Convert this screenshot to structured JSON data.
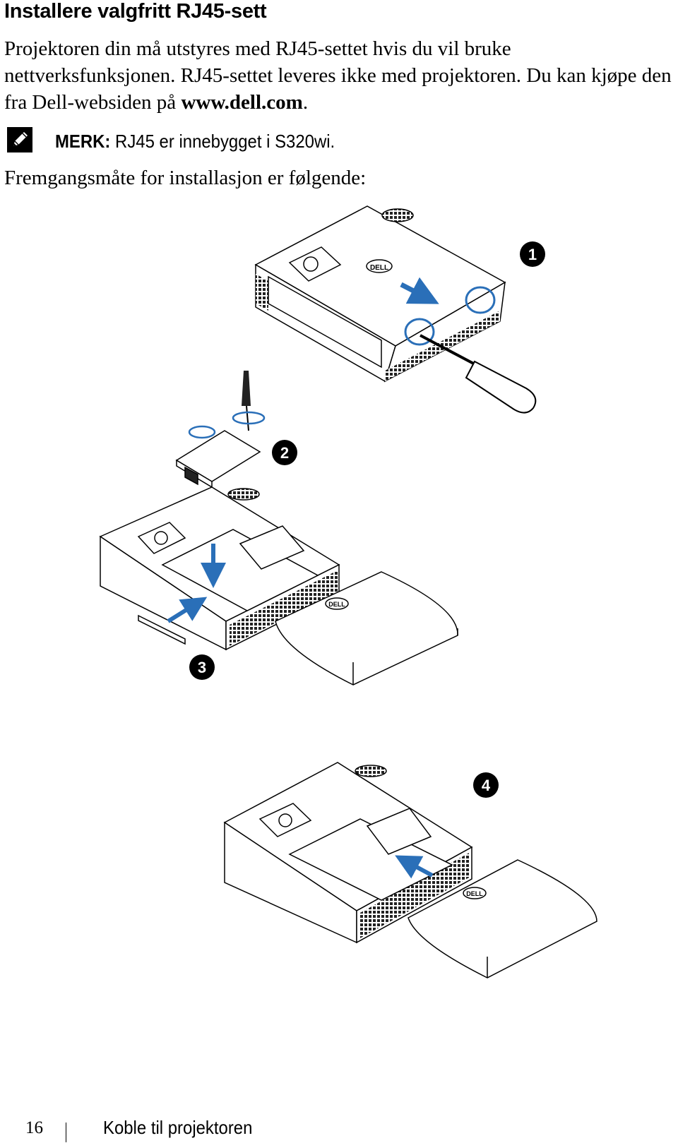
{
  "heading": "Installere valgfritt RJ45-sett",
  "intro": {
    "text": "Projektoren din må utstyres med RJ45-settet hvis du vil bruke nettverksfunksjonen. RJ45-settet leveres ikke med projektoren. Du kan kjøpe den fra Dell-websiden på ",
    "link": "www.dell.com",
    "end": "."
  },
  "note": {
    "icon": "note-pencil-icon",
    "label": "MERK:",
    "text": " RJ45 er innebygget i S320wi."
  },
  "steps_intro": "Fremgangsmåte for installasjon er følgende:",
  "figure": {
    "step_numbers": [
      "1",
      "2",
      "3",
      "4"
    ],
    "brand": "DELL",
    "arrow_color": "#2a6fb8"
  },
  "footer": {
    "page_number": "16",
    "section": "Koble til projektoren"
  }
}
